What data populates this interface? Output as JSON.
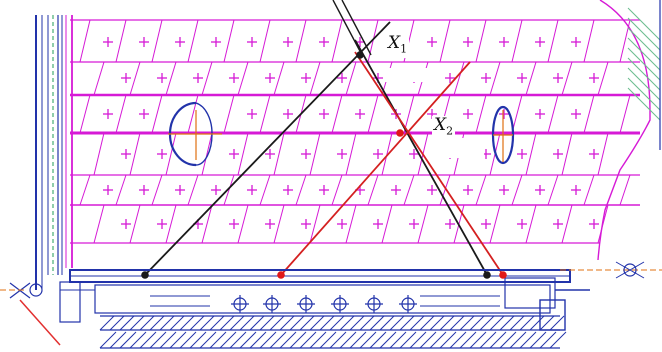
{
  "labels": {
    "x1": {
      "main": "X",
      "sub": "1"
    },
    "x2": {
      "main": "X",
      "sub": "2"
    }
  },
  "colors": {
    "grid": "#d61ad6",
    "frame": "#2233aa",
    "black_line": "#1a1a1a",
    "red_line": "#d42020",
    "red_point": "#e01818",
    "orange_dash": "#e07010",
    "shield_red": "#e23030"
  }
}
